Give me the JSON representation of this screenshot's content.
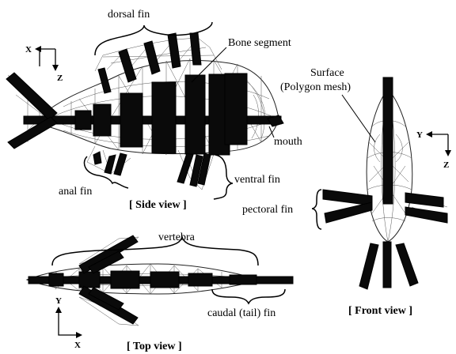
{
  "labels": {
    "dorsal_fin": "dorsal fin",
    "bone_segment": "Bone segment",
    "surface_line1": "Surface",
    "surface_line2": "(Polygon mesh)",
    "mouth": "mouth",
    "ventral_fin": "ventral fin",
    "anal_fin": "anal fin",
    "side_view": "[ Side view ]",
    "pectoral_fin": "pectoral fin",
    "vertebra": "vertebra",
    "caudal_fin": "caudal (tail) fin",
    "front_view": "[ Front view ]",
    "top_view": "[ Top view ]"
  },
  "axes": {
    "side": {
      "h": "X",
      "v": "Z"
    },
    "front": {
      "h": "Y",
      "v": "Z"
    },
    "top": {
      "h": "X",
      "v": "Y"
    }
  }
}
